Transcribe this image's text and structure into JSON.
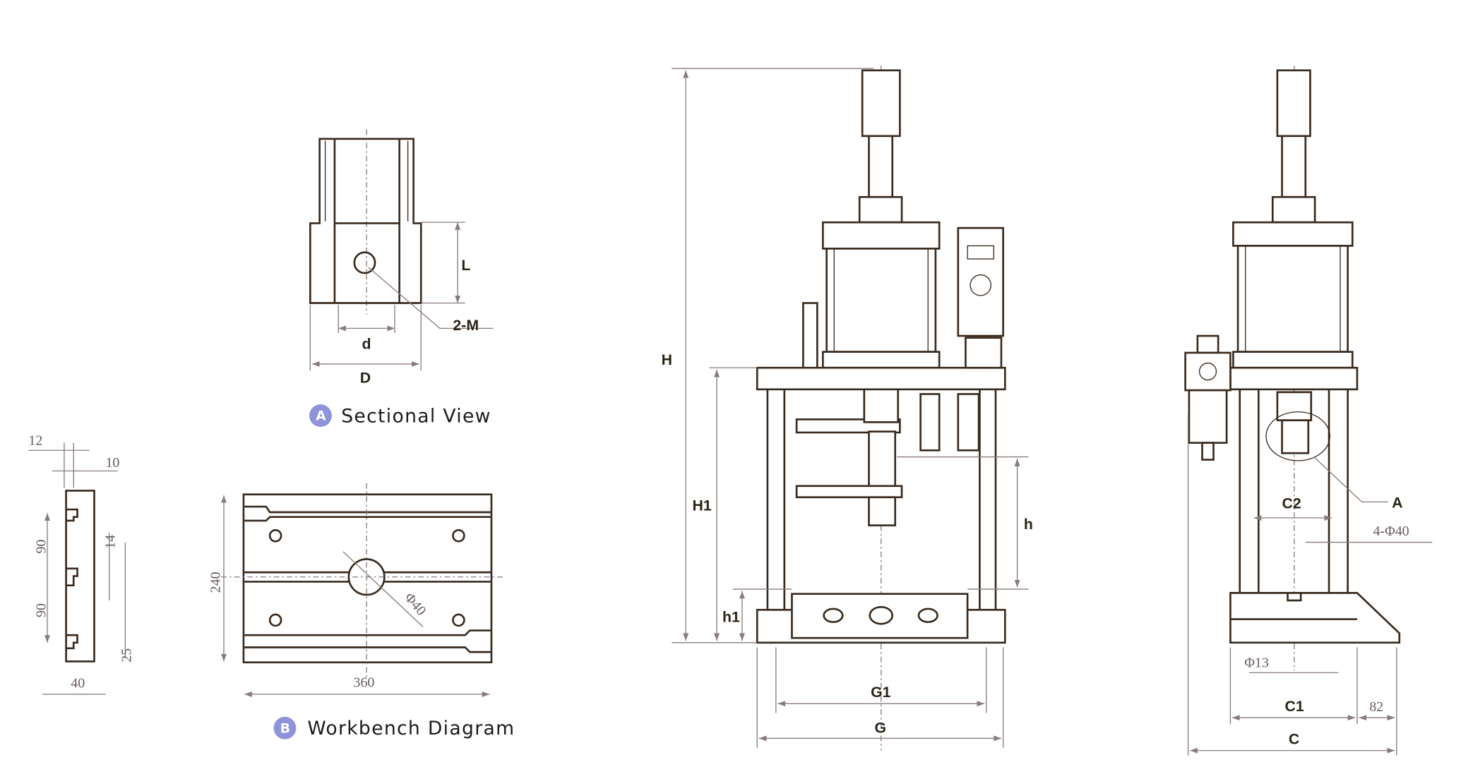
{
  "sectional_view": {
    "badge": "A",
    "caption": "Sectional View",
    "labels": {
      "L": "L",
      "d": "d",
      "D": "D",
      "thread": "2-M"
    }
  },
  "workbench": {
    "badge": "B",
    "caption": "Workbench Diagram",
    "side_dims": {
      "d12": "12",
      "d10": "10",
      "d90a": "90",
      "d90b": "90",
      "d14": "14",
      "d25": "25",
      "d40": "40"
    },
    "top_dims": {
      "height": "240",
      "width": "360",
      "hole": "Φ40"
    }
  },
  "front_view": {
    "labels": {
      "H": "H",
      "H1": "H1",
      "h1": "h1",
      "h": "h",
      "G1": "G1",
      "G": "G"
    }
  },
  "side_view": {
    "labels": {
      "C2": "C2",
      "A": "A",
      "columns": "4-Φ40",
      "pin": "Φ13",
      "C1": "C1",
      "offset": "82",
      "C": "C"
    }
  },
  "colors": {
    "line": "#3a2a1e",
    "dimension": "#8a7b7b",
    "badge": "#8f93da"
  }
}
